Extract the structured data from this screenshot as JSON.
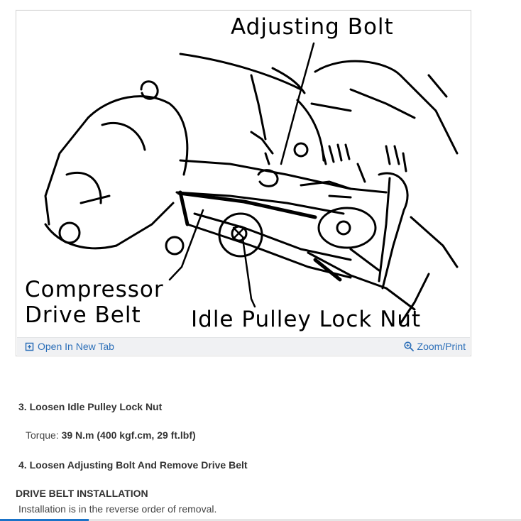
{
  "figure": {
    "callouts": {
      "adjusting_bolt": "Adjusting Bolt",
      "compressor_drive_belt": "Compressor\nDrive Belt",
      "idle_pulley_lock_nut": "Idle Pulley Lock Nut"
    },
    "toolbar": {
      "open_new_tab": "Open In New Tab",
      "zoom_print": "Zoom/Print"
    }
  },
  "steps": {
    "step3": "3. Loosen Idle Pulley Lock Nut",
    "torque_label": "Torque: ",
    "torque_value": "39 N.m (400 kgf.cm, 29 ft.lbf)",
    "step4": "4. Loosen Adjusting Bolt And Remove Drive Belt"
  },
  "installation": {
    "heading": "DRIVE BELT INSTALLATION",
    "text": "Installation is in the reverse order of removal."
  },
  "colors": {
    "link": "#2c6fb8",
    "toolbar_bg": "#f0f1f3",
    "progress": "#1a73c8"
  },
  "progress": {
    "fraction": 0.17
  }
}
